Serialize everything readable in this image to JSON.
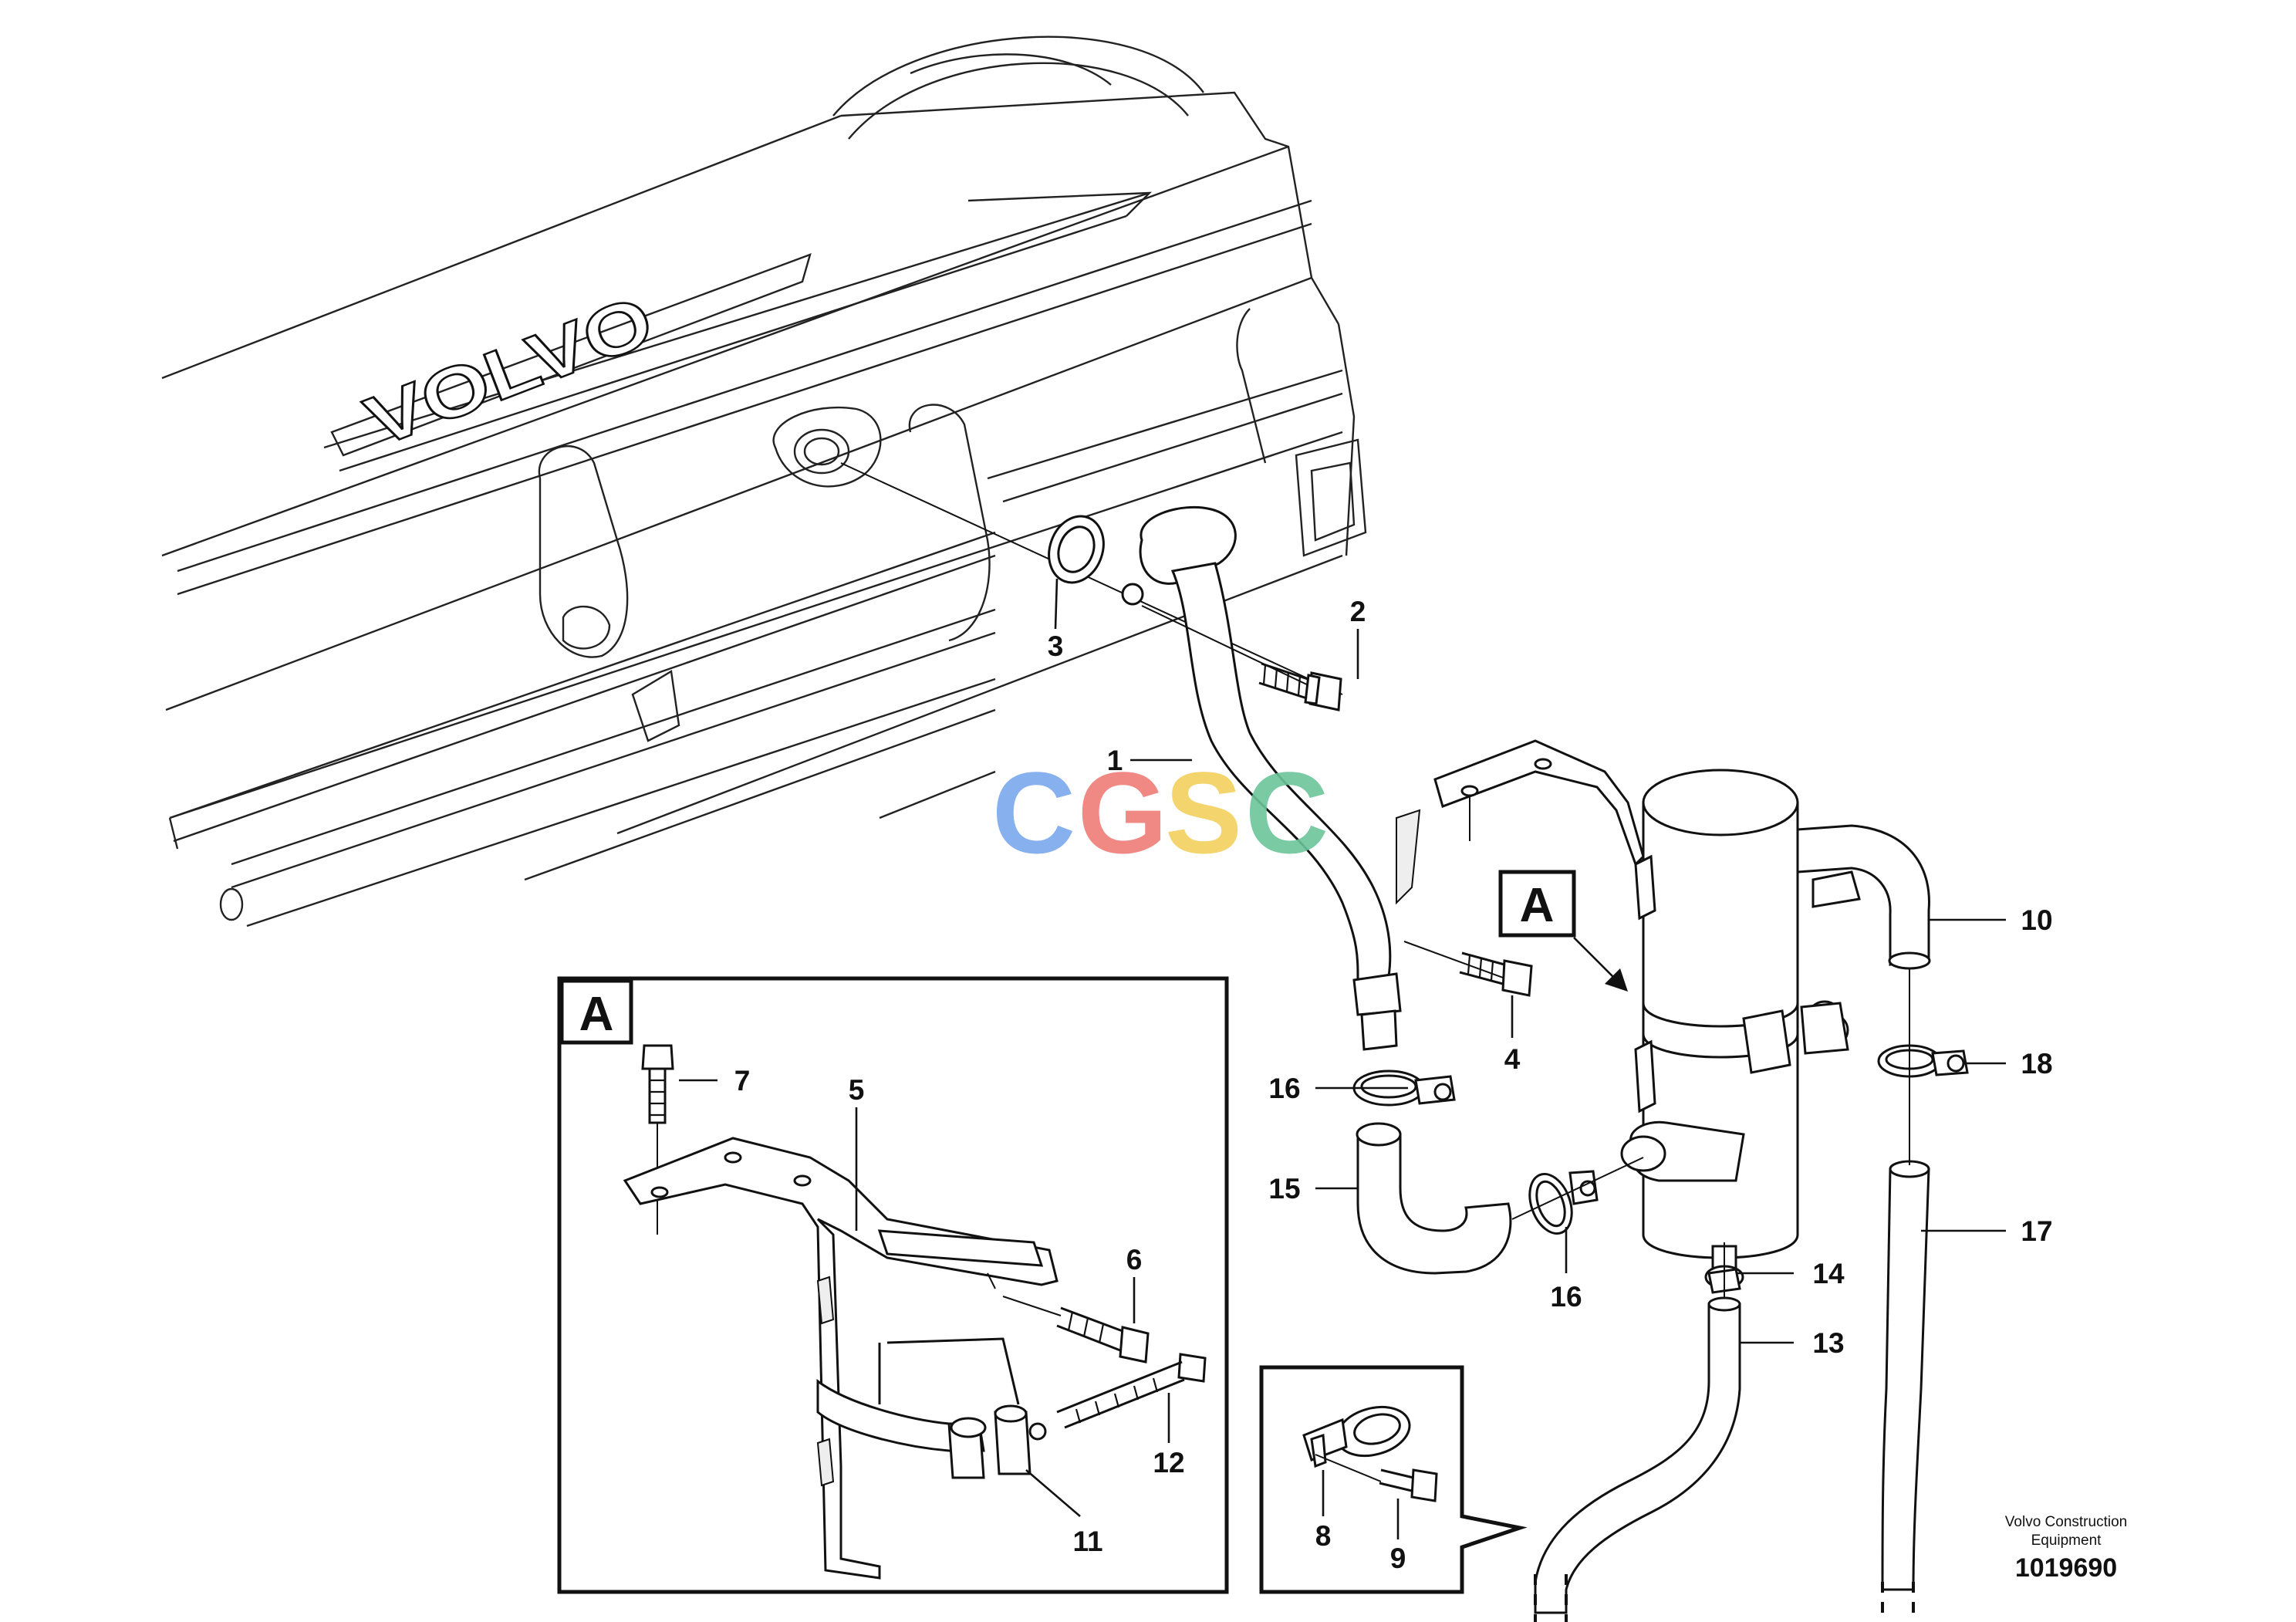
{
  "engine_logo": "VOLVO",
  "callouts": [
    {
      "id": "1",
      "text": "1"
    },
    {
      "id": "2",
      "text": "2"
    },
    {
      "id": "3",
      "text": "3"
    },
    {
      "id": "4",
      "text": "4"
    },
    {
      "id": "5",
      "text": "5"
    },
    {
      "id": "6",
      "text": "6"
    },
    {
      "id": "7",
      "text": "7"
    },
    {
      "id": "8",
      "text": "8"
    },
    {
      "id": "9",
      "text": "9"
    },
    {
      "id": "10",
      "text": "10"
    },
    {
      "id": "11",
      "text": "11"
    },
    {
      "id": "12",
      "text": "12"
    },
    {
      "id": "13",
      "text": "13"
    },
    {
      "id": "14",
      "text": "14"
    },
    {
      "id": "15",
      "text": "15"
    },
    {
      "id": "16a",
      "text": "16"
    },
    {
      "id": "16b",
      "text": "16"
    },
    {
      "id": "17",
      "text": "17"
    },
    {
      "id": "18",
      "text": "18"
    }
  ],
  "view_marker": "A",
  "detail_frame_label": "A",
  "watermark": {
    "letters": [
      "C",
      "G",
      "S",
      "C"
    ],
    "colors": [
      "#7aa7ec",
      "#ee7b77",
      "#f3cf5d",
      "#6cc49a"
    ]
  },
  "publisher": {
    "line1": "Volvo Construction",
    "line2": "Equipment"
  },
  "figure_number": "1019690"
}
